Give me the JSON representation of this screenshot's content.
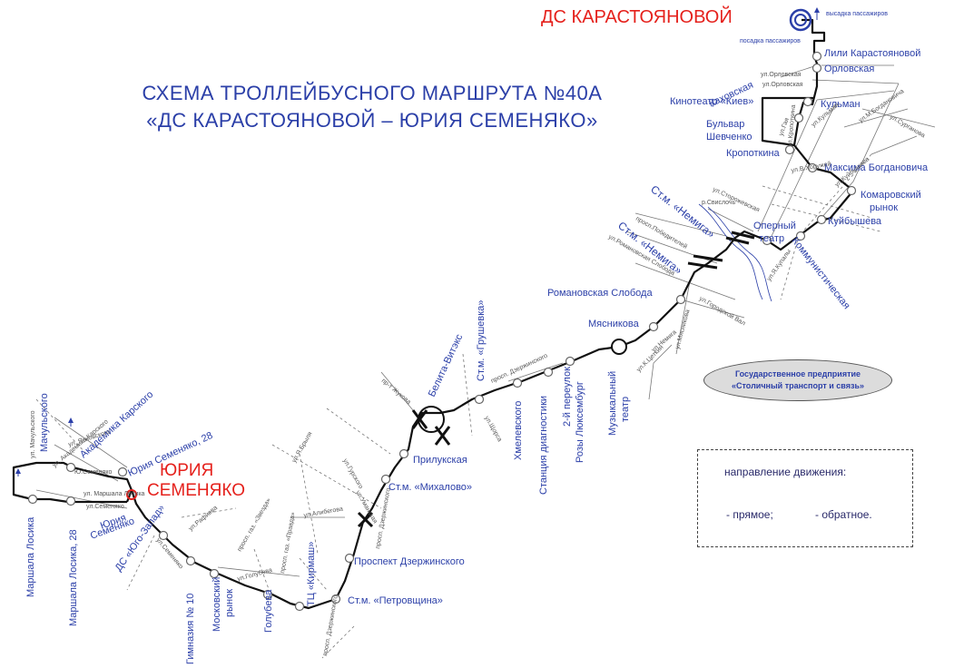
{
  "title": {
    "line1": "СХЕМА ТРОЛЛЕЙБУСНОГО МАРШРУТА №40А",
    "line2": "«ДС КАРАСТОЯНОВОЙ – ЮРИЯ СЕМЕНЯКО»"
  },
  "termini": {
    "north": "ДС КАРАСТОЯНОВОЙ",
    "south_line1": "ЮРИЯ",
    "south_line2": "СЕМЕНЯКО"
  },
  "organization": {
    "line1": "Государственное предприятие",
    "line2": "«Столичный транспорт и связь»"
  },
  "legend": {
    "title": "направление движения:",
    "forward": "- прямое;",
    "reverse": "- обратное."
  },
  "colors": {
    "route": "#111111",
    "stop_label": "#2b3fa8",
    "terminal_label": "#e5211c",
    "street": "#555555",
    "reverse_arrow": "#2b3fa8",
    "river": "#2b3fa8"
  },
  "stops": [
    {
      "label": "Лили Карастояновой",
      "rot": 0
    },
    {
      "label": "Орловская",
      "rot": 0
    },
    {
      "label": "Каховская",
      "rot": -25
    },
    {
      "label": "Кинотеатр «Киев»",
      "rot": 0
    },
    {
      "label": "Кульман",
      "rot": 0
    },
    {
      "label": "Бульвар",
      "rot": 0
    },
    {
      "label": "Шевченко",
      "rot": 0
    },
    {
      "label": "Кропоткина",
      "rot": 0
    },
    {
      "label": "Максима Богдановича",
      "rot": 0
    },
    {
      "label": "Комаровский",
      "rot": 0
    },
    {
      "label": "рынок",
      "rot": 0
    },
    {
      "label": "Куйбышева",
      "rot": 0
    },
    {
      "label": "Оперный",
      "rot": 0
    },
    {
      "label": "театр",
      "rot": 0
    },
    {
      "label": "Коммунистическая",
      "rot": 52
    },
    {
      "label": "Ст.м. «Немига»",
      "rot": 38
    },
    {
      "label": "Ст.м. «Немига»",
      "rot": 38
    },
    {
      "label": "Романовская Слобода",
      "rot": 0
    },
    {
      "label": "Мясникова",
      "rot": 0
    },
    {
      "label": "Музыкальный",
      "rot": -90
    },
    {
      "label": "театр",
      "rot": -90
    },
    {
      "label": "2-й переулок",
      "rot": -90
    },
    {
      "label": "Розы Люксембург",
      "rot": -90
    },
    {
      "label": "Станция диагностики",
      "rot": -90
    },
    {
      "label": "Хмелевского",
      "rot": -90
    },
    {
      "label": "Ст.м. «Грушевка»",
      "rot": -90
    },
    {
      "label": "Белита-Витэкс",
      "rot": -65
    },
    {
      "label": "Прилукская",
      "rot": 0
    },
    {
      "label": "Ст.м. «Михалово»",
      "rot": 0
    },
    {
      "label": "Проспект Дзержинского",
      "rot": 0
    },
    {
      "label": "Ст.м. «Петровщина»",
      "rot": 0
    },
    {
      "label": "ТЦ «Кирмаш»",
      "rot": -90
    },
    {
      "label": "Голубева",
      "rot": -90
    },
    {
      "label": "Московский",
      "rot": -90
    },
    {
      "label": "рынок",
      "rot": -90
    },
    {
      "label": "Гимназия № 10",
      "rot": -90
    },
    {
      "label": "ДС «Юго-Запад»",
      "rot": -55
    },
    {
      "label": "Юрия",
      "rot": -20
    },
    {
      "label": "Семеняко",
      "rot": -20
    },
    {
      "label": "Юрия Семеняко, 28",
      "rot": -25
    },
    {
      "label": "Академика Карского",
      "rot": -42
    },
    {
      "label": "Мачульского",
      "rot": -90
    },
    {
      "label": "Маршала Лосика",
      "rot": -90
    },
    {
      "label": "Маршала Лосика, 28",
      "rot": -90
    }
  ],
  "streets": [
    {
      "label": "высадка пассажиров"
    },
    {
      "label": "посадка пассажиров"
    },
    {
      "label": "ул.Орловская"
    },
    {
      "label": "ул.Орловская"
    },
    {
      "label": "ул.Кульман"
    },
    {
      "label": "ул.М.Богдановича"
    },
    {
      "label": "ул.Сурганова"
    },
    {
      "label": "ул.Гая"
    },
    {
      "label": "ул.Кропоткина"
    },
    {
      "label": "ул.В.Хоружей"
    },
    {
      "label": "ул.Куйбышева"
    },
    {
      "label": "ул.Сторожевская"
    },
    {
      "label": "р.Свислочь"
    },
    {
      "label": "просп.Победителей"
    },
    {
      "label": "ул.Романовская Слобода"
    },
    {
      "label": "ул.Я.Купалы"
    },
    {
      "label": "ул.Городской Вал"
    },
    {
      "label": "ул.Немига"
    },
    {
      "label": "ул.Мясникова"
    },
    {
      "label": "ул.К.Цеткин"
    },
    {
      "label": "просп. Дзержинского"
    },
    {
      "label": "ул.Щорса"
    },
    {
      "label": "пр-т Жукова"
    },
    {
      "label": "ул.Я.Брыля"
    },
    {
      "label": "ул.Гурского"
    },
    {
      "label": "ул.Уманская"
    },
    {
      "label": "ул.Алибегова"
    },
    {
      "label": "просп. Дзержинского"
    },
    {
      "label": "ул.Рафиева"
    },
    {
      "label": "ул.Голубева"
    },
    {
      "label": "просп. газ. «Звезда»"
    },
    {
      "label": "просп. газ. «Правда»"
    },
    {
      "label": "ул.Семеняко"
    },
    {
      "label": "ул. Маршала Лосика"
    },
    {
      "label": "ул.Семеняко"
    },
    {
      "label": "Ю.Семеняко"
    },
    {
      "label": "ул. Янковского"
    },
    {
      "label": "ул. Мачульского"
    },
    {
      "label": "ул. Академика Карского"
    },
    {
      "label": "просп. Дзержинского"
    }
  ]
}
